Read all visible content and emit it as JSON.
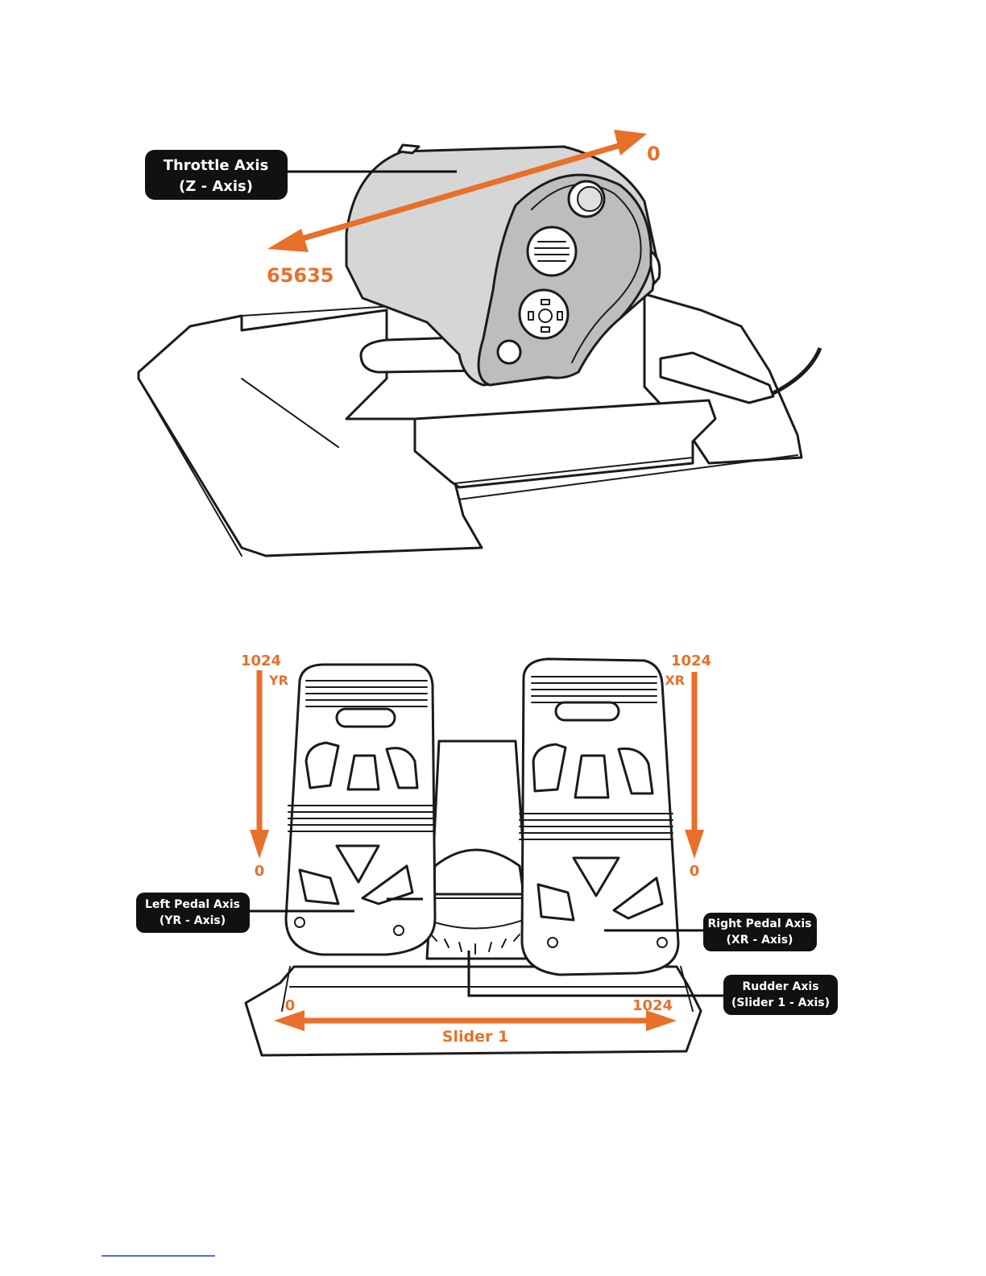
{
  "throttle_figure": {
    "callout_line1": "Throttle Axis",
    "callout_line2": "(Z - Axis)",
    "label_min": "0",
    "label_max": "65635"
  },
  "pedals_figure": {
    "left_top_value": "1024",
    "left_top_axis": "YR",
    "left_bottom_value": "0",
    "right_top_value": "1024",
    "right_top_axis": "XR",
    "right_bottom_value": "0",
    "left_callout_line1": "Left Pedal Axis",
    "left_callout_line2": "(YR - Axis)",
    "right_callout_line1": "Right Pedal Axis",
    "right_callout_line2": "(XR - Axis)",
    "rudder_callout_line1": "Rudder Axis",
    "rudder_callout_line2": "(Slider 1 - Axis)",
    "slider_min": "0",
    "slider_max": "1024",
    "slider_label": "Slider 1"
  },
  "colors": {
    "accent_orange": "#e8702a",
    "callout_black": "#111111",
    "body_grey": "#d6d6d6"
  }
}
